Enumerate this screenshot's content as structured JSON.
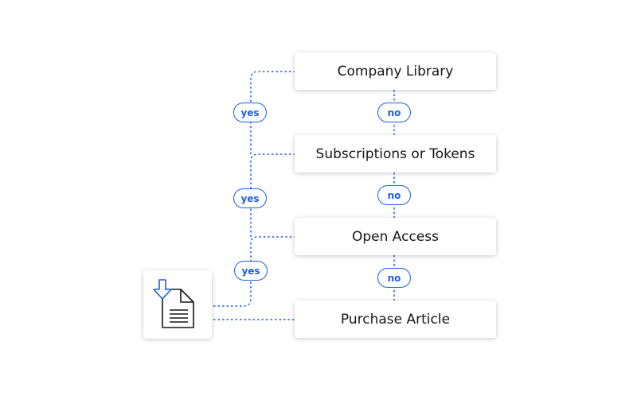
{
  "steps": [
    {
      "label": "Company Library"
    },
    {
      "label": "Subscriptions or Tokens"
    },
    {
      "label": "Open Access"
    },
    {
      "label": "Purchase Article"
    }
  ],
  "decisions": {
    "yes": [
      "yes",
      "yes",
      "yes"
    ],
    "no": [
      "no",
      "no",
      "no"
    ]
  },
  "icon": "document-download-icon",
  "colors": {
    "accent": "#1f5fe0",
    "text": "#161616",
    "card_bg": "#ffffff"
  }
}
